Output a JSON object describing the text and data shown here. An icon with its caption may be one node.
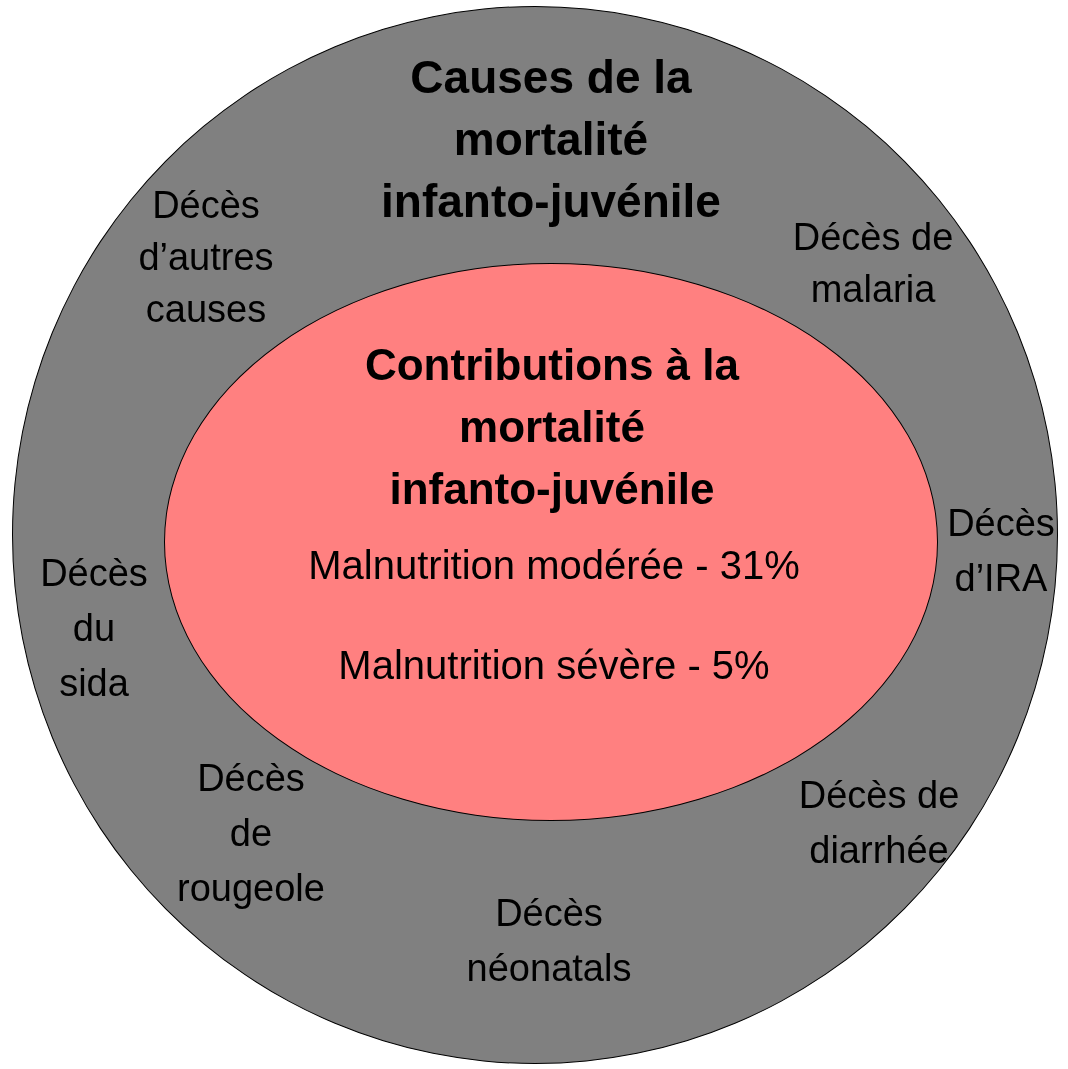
{
  "diagram": {
    "nodes": [
      {
        "text": [
          "Causes de la mortalité infanto-juvénile",
          "Décès d’autres causes",
          "Décès de malaria",
          "Décès d’IRA",
          "Décès du sida",
          "Décès de rougeole",
          "Décès néonatals",
          "Décès de diarrhée"
        ]
      },
      {
        "text": [
          "Contributions à la mortalité infanto-juvénile",
          "Malnutrition modérée - 31%",
          "Malnutrition sévère - 5%"
        ],
        "in": 0
      }
    ]
  }
}
